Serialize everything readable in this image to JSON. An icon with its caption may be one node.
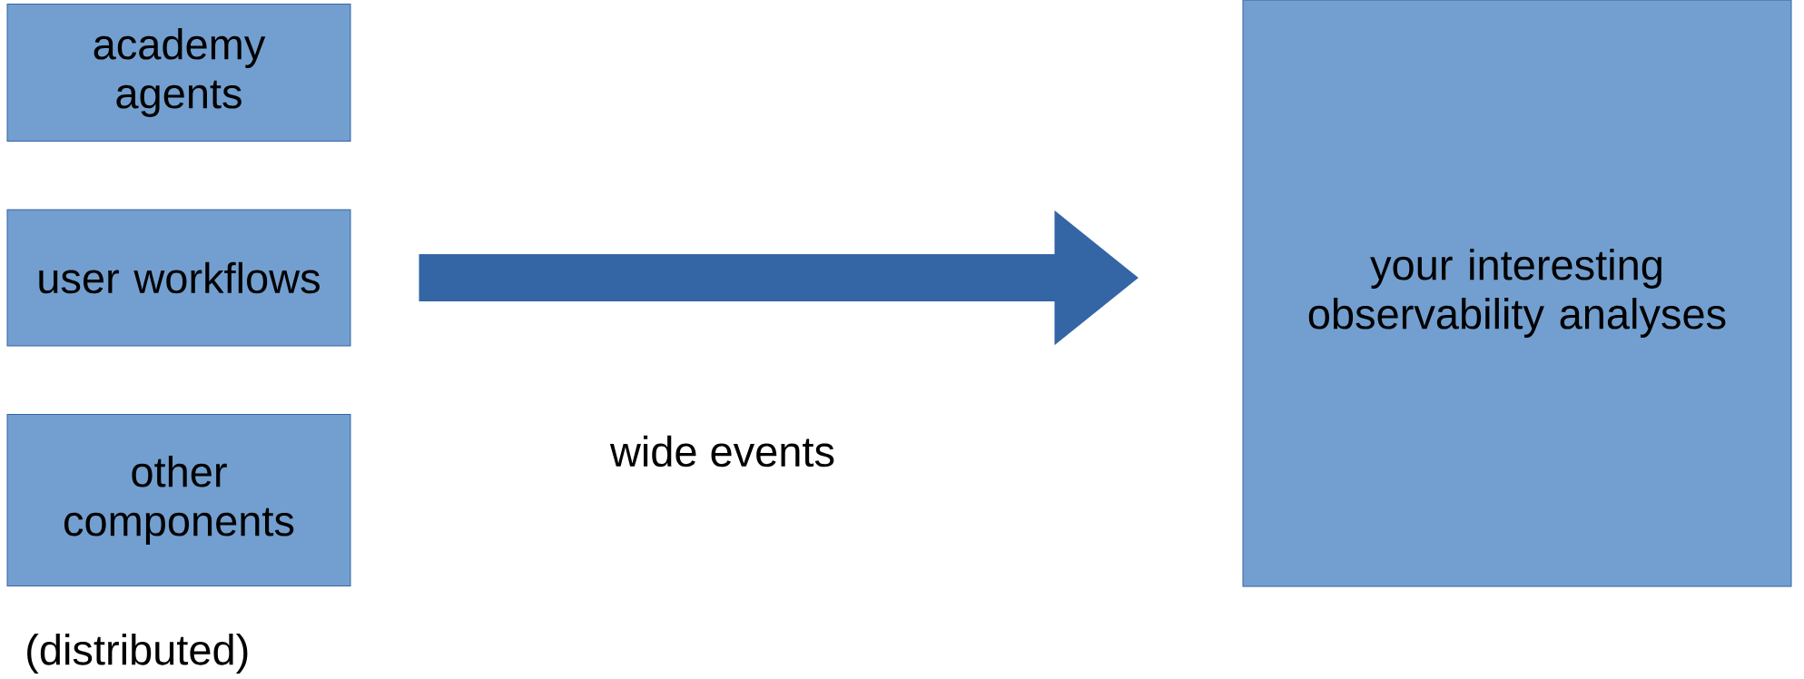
{
  "diagram": {
    "nodes": [
      {
        "text": [
          "academy agents"
        ]
      },
      {
        "text": [
          "user workflows"
        ]
      },
      {
        "text": [
          "other components"
        ]
      },
      {
        "text": [
          "your interesting observability analyses"
        ]
      }
    ],
    "edges": [
      {
        "from": 1,
        "to": 3,
        "arrow": "to",
        "label": "wide events"
      }
    ],
    "labels": [
      "(distributed)"
    ]
  }
}
